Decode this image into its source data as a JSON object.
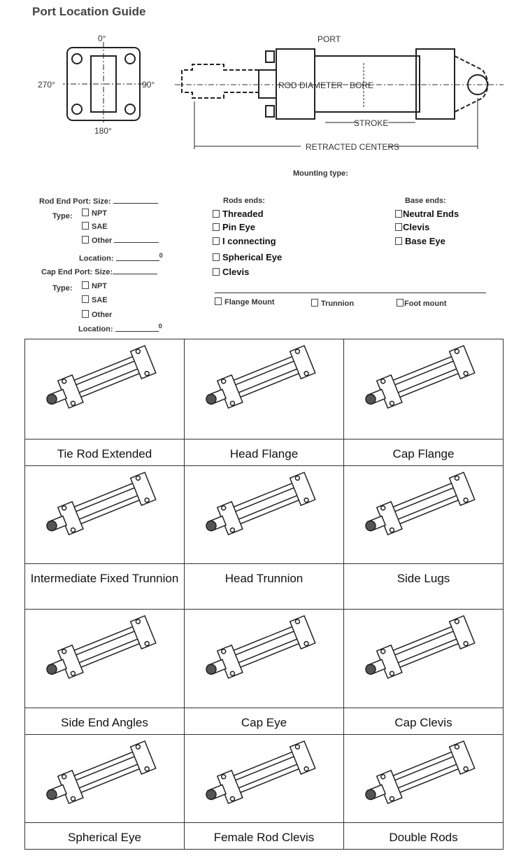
{
  "title": "Port Location Guide",
  "port_diagram": {
    "top": "0°",
    "right": "90°",
    "bottom": "180°",
    "left": "270°"
  },
  "cyl_diagram": {
    "port": "PORT",
    "rod_diameter": "ROD DIAMETER",
    "bore": "BORE",
    "stroke": "STROKE",
    "retracted": "RETRACTED CENTERS"
  },
  "mounting_type": "Mounting type:",
  "rod_port": {
    "size": "Rod End Port: Size:",
    "type": "Type:",
    "options": [
      "NPT",
      "SAE",
      "Other"
    ],
    "location": "Location:",
    "deg": "0"
  },
  "cap_port": {
    "size": "Cap End Port: Size:",
    "type": "Type:",
    "options": [
      "NPT",
      "SAE",
      "Other"
    ],
    "location": "Location:",
    "deg": "0"
  },
  "rod_ends": {
    "label": "Rods ends:",
    "options": [
      "Threaded",
      "Pin Eye",
      "I connecting",
      "Spherical Eye",
      "Clevis"
    ]
  },
  "base_ends": {
    "label": "Base ends:",
    "options": [
      "Neutral Ends",
      "Clevis",
      "Base Eye"
    ]
  },
  "mounts": [
    "Flange Mount",
    "Trunnion",
    "Foot mount"
  ],
  "grid": [
    [
      "Tie Rod Extended",
      "Head Flange",
      "Cap Flange"
    ],
    [
      "Intermediate Fixed Trunnion",
      "Head Trunnion",
      "Side Lugs"
    ],
    [
      "Side End Angles",
      "Cap Eye",
      "Cap Clevis"
    ],
    [
      "Spherical Eye",
      "Female Rod Clevis",
      "Double Rods"
    ]
  ]
}
